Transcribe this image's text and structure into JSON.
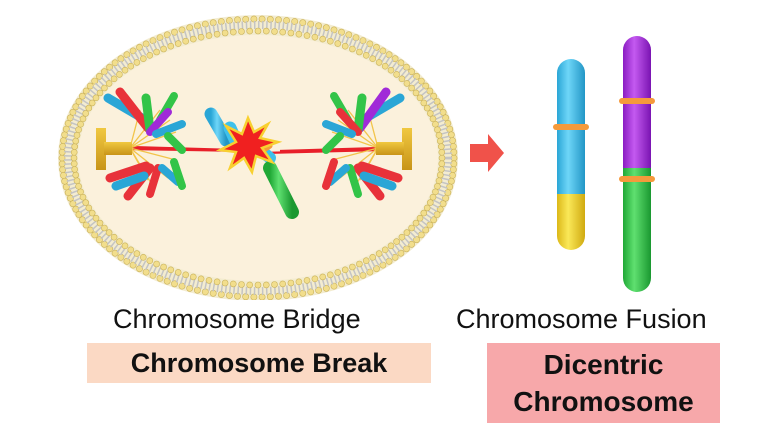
{
  "captions": {
    "left": "Chromosome Bridge",
    "right": "Chromosome Fusion"
  },
  "labels": {
    "left": "Chromosome Break",
    "right_line1": "Dicentric",
    "right_line2": "Chromosome"
  },
  "colors": {
    "cytoplasm": "#fbf1dc",
    "membrane_head": "#f2de8c",
    "membrane_tail": "#b9b9b9",
    "spindle_pole": "#d8a820",
    "spindle_fiber": "#e8202a",
    "arrow": "#f0524a",
    "chromosome_cyan": "#3ec1ec",
    "chromosome_green": "#32c448",
    "chromosome_yellow": "#f2d224",
    "chromosome_purple": "#a02ad8",
    "chromosome_red": "#e8323a",
    "centromere": "#f59a3c",
    "break_flash": "#f02020",
    "break_label_bg": "#fbd9c4",
    "dicentric_label_bg": "#f7a8aa"
  },
  "icons": {
    "break": "lightning-burst-icon",
    "arrow": "right-arrow-icon"
  }
}
